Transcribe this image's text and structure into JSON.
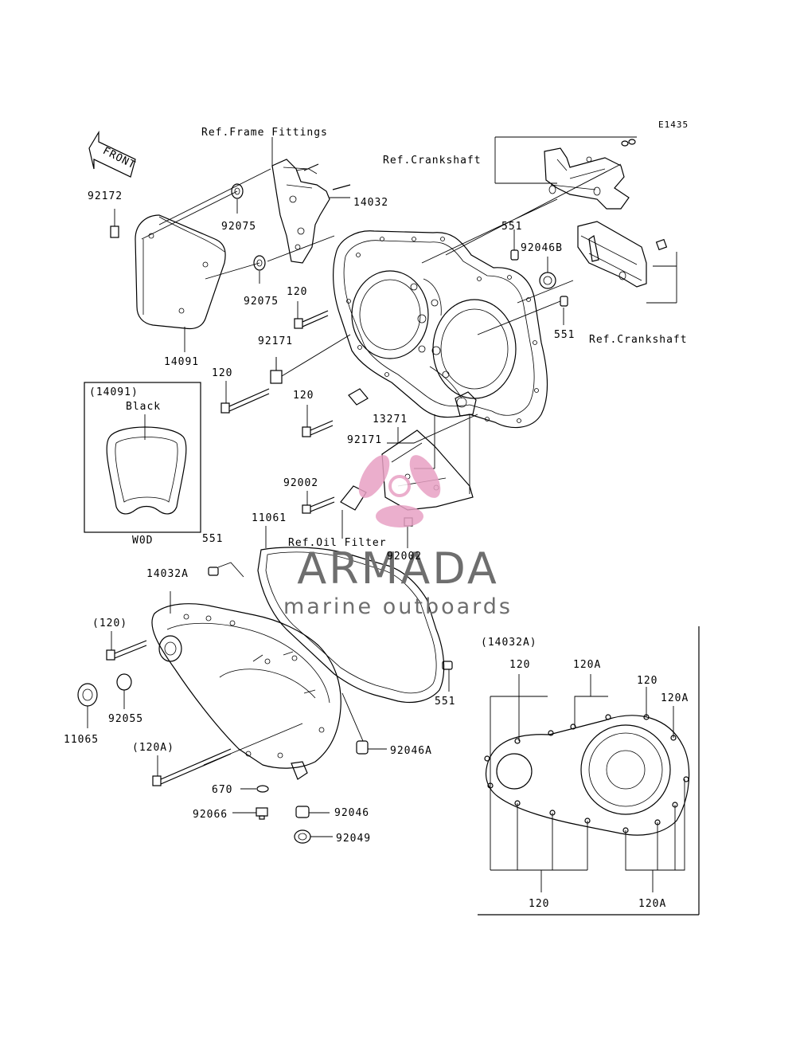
{
  "diagram_code": "E1435",
  "front_label": "FRONT",
  "refs": {
    "frame_fittings": "Ref.Frame Fittings",
    "crankshaft_top": "Ref.Crankshaft",
    "crankshaft_right": "Ref.Crankshaft",
    "oil_filter": "Ref.Oil Filter"
  },
  "inset_cover": {
    "title": "(14091)",
    "color": "Black",
    "code": "W0D"
  },
  "inset_bolts": {
    "title": "(14032A)",
    "labels": [
      "120",
      "120A",
      "120",
      "120A",
      "120",
      "120A"
    ]
  },
  "parts": [
    "92172",
    "92075",
    "14032",
    "92075",
    "14091",
    "120",
    "92171",
    "120",
    "120",
    "551",
    "92046B",
    "551",
    "13271",
    "92171",
    "92002",
    "11061",
    "92002",
    "551",
    "14032A",
    "(120)",
    "92055",
    "11065",
    "(120A)",
    "670",
    "92066",
    "92046",
    "92049",
    "92046A",
    "551"
  ],
  "watermark": {
    "brand": "ARMADA",
    "tagline": "marine outboards",
    "accent": "#e8a1c4",
    "text_color": "#6e6e6e"
  }
}
